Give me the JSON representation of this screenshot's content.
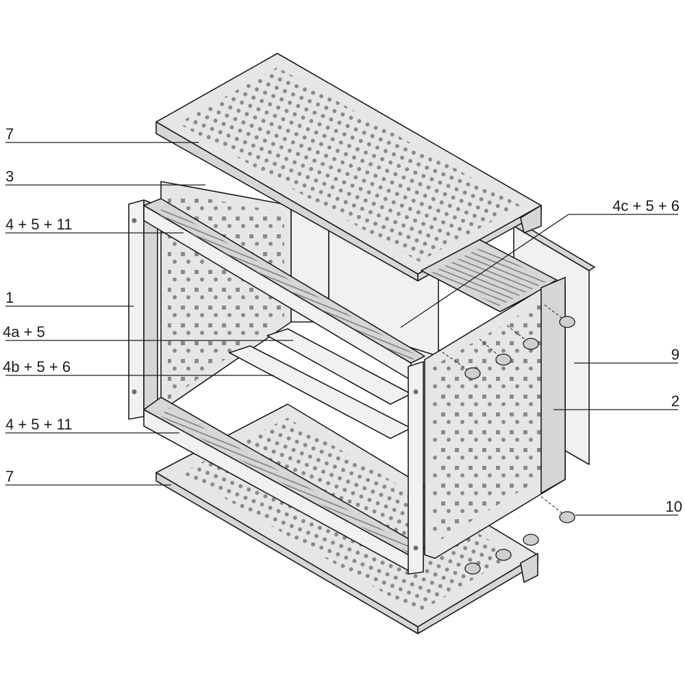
{
  "labels": {
    "top_cover": "7",
    "side_panel_left": "3",
    "upper_rail": "4 + 5 + 11",
    "front_flange": "1",
    "rail_4a": "4a + 5",
    "rail_4b": "4b + 5 + 6",
    "lower_rail": "4 + 5 + 11",
    "bottom_cover": "7",
    "rail_4c": "4c + 5 + 6",
    "rear_panel": "9",
    "side_panel_right": "2",
    "screws": "10"
  },
  "colors": {
    "line": "#1a1a1a",
    "panel_fill": "#e6e6e6",
    "panel_shade": "#d6d6d6",
    "hole_fill": "#6e6e6e"
  }
}
